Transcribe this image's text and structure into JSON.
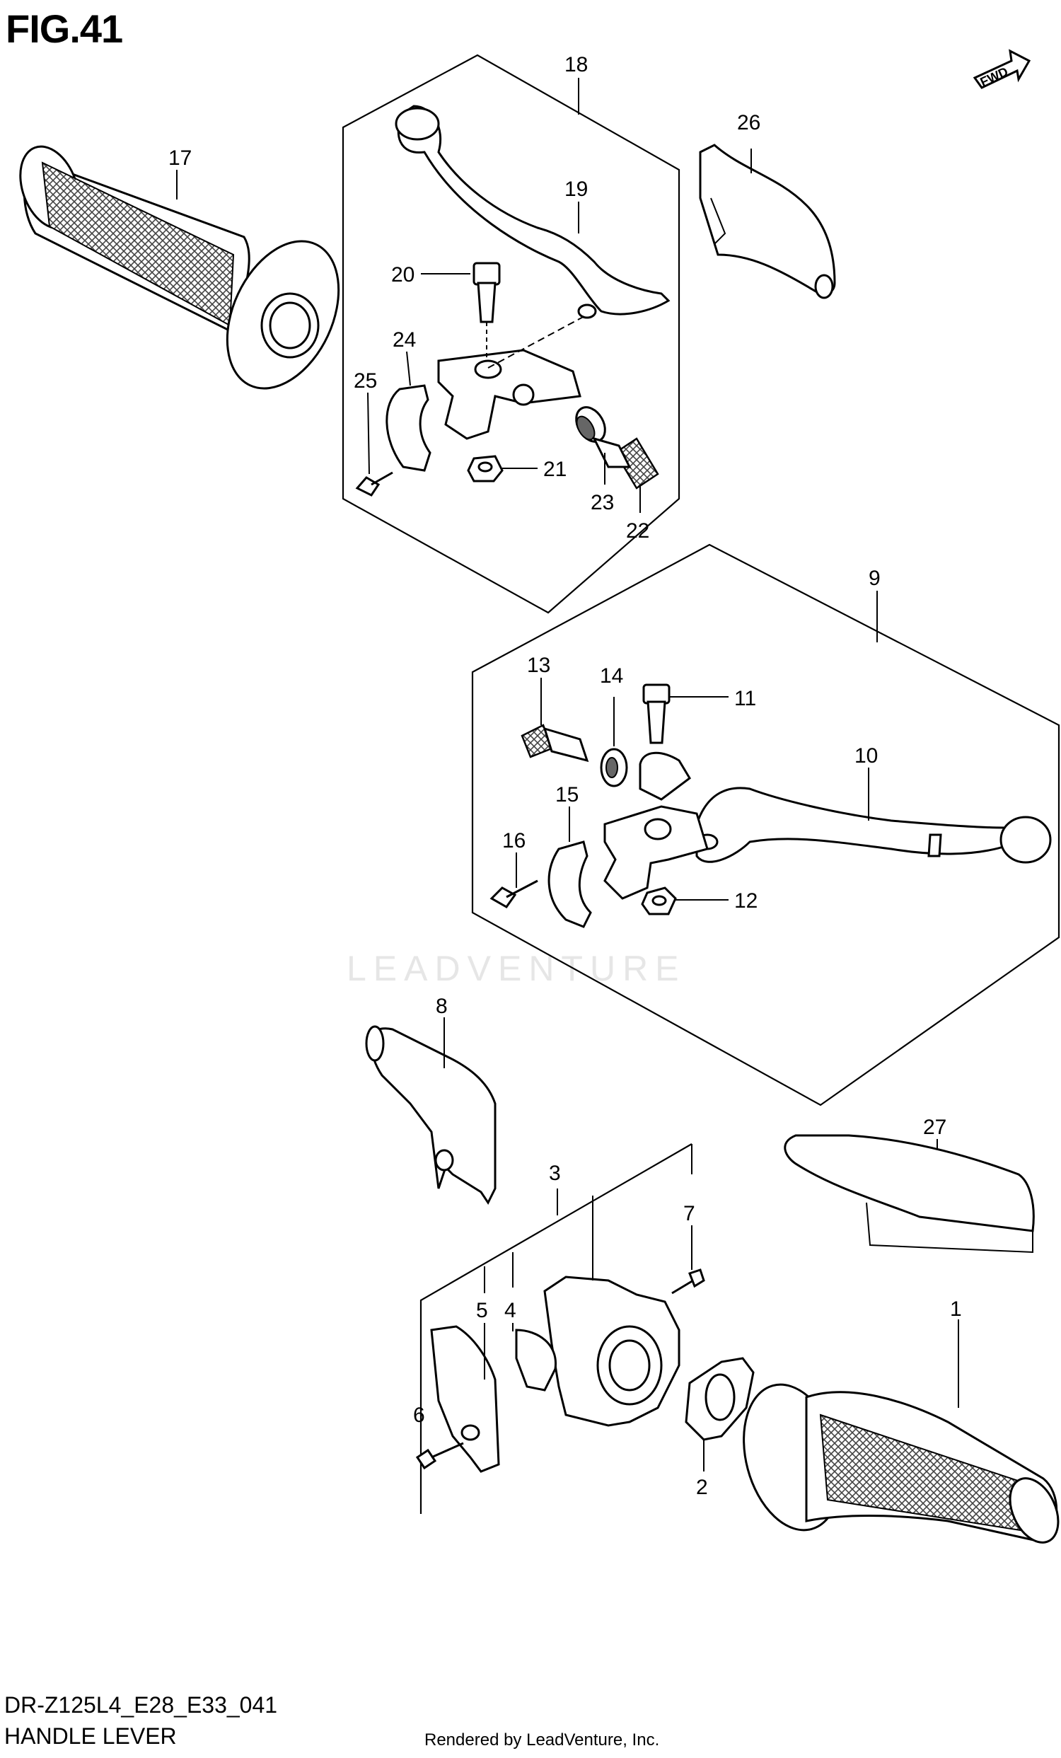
{
  "figure_title": "FIG.41",
  "model_code": "DR-Z125L4_E28_E33_041",
  "diagram_name": "HANDLE LEVER",
  "credit": "Rendered by LeadVenture, Inc.",
  "watermark": "LEADVENTURE",
  "fwd_badge": "FWD",
  "callouts": {
    "c1": "1",
    "c2": "2",
    "c3": "3",
    "c4": "4",
    "c5": "5",
    "c6": "6",
    "c7": "7",
    "c8": "8",
    "c9": "9",
    "c10": "10",
    "c11": "11",
    "c12": "12",
    "c13": "13",
    "c14": "14",
    "c15": "15",
    "c16": "16",
    "c17": "17",
    "c18": "18",
    "c19": "19",
    "c20": "20",
    "c21": "21",
    "c22": "22",
    "c23": "23",
    "c24": "24",
    "c25": "25",
    "c26": "26",
    "c27": "27"
  }
}
